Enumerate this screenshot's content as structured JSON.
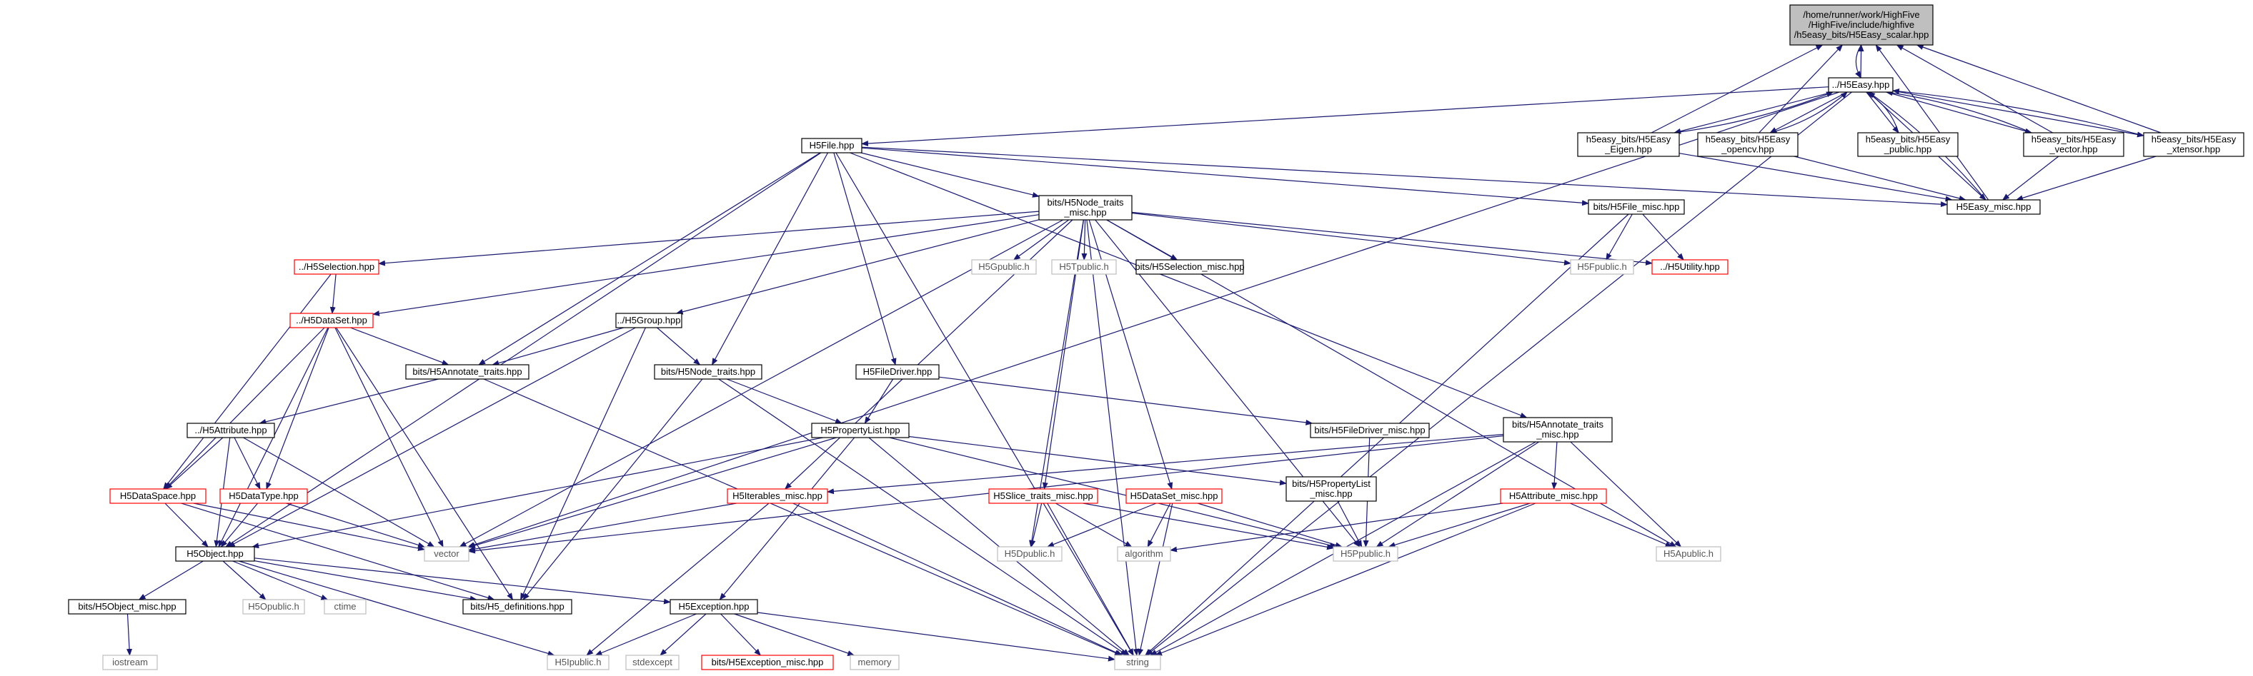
{
  "colors": {
    "edge": "#191970",
    "normal_border": "#000000",
    "missing_border": "#ff0000",
    "system_border": "#bfbfbf",
    "root_fill": "#bfbfbf",
    "text": "#000000",
    "system_text": "#555555"
  },
  "nodes": [
    {
      "id": "root",
      "lines": [
        "/home/runner/work/HighFive",
        "/HighFive/include/highfive",
        "/h5easy_bits/H5Easy_scalar.hpp"
      ],
      "kind": "root"
    },
    {
      "id": "h5easy",
      "lines": [
        "../H5Easy.hpp"
      ],
      "kind": "normal"
    },
    {
      "id": "eigen",
      "lines": [
        "h5easy_bits/H5Easy",
        "_Eigen.hpp"
      ],
      "kind": "normal"
    },
    {
      "id": "opencv",
      "lines": [
        "h5easy_bits/H5Easy",
        "_opencv.hpp"
      ],
      "kind": "normal"
    },
    {
      "id": "public",
      "lines": [
        "h5easy_bits/H5Easy",
        "_public.hpp"
      ],
      "kind": "normal"
    },
    {
      "id": "vector_h",
      "lines": [
        "h5easy_bits/H5Easy",
        "_vector.hpp"
      ],
      "kind": "normal"
    },
    {
      "id": "xtensor",
      "lines": [
        "h5easy_bits/H5Easy",
        "_xtensor.hpp"
      ],
      "kind": "normal"
    },
    {
      "id": "easymisc",
      "lines": [
        "H5Easy_misc.hpp"
      ],
      "kind": "normal"
    },
    {
      "id": "h5file",
      "lines": [
        "H5File.hpp"
      ],
      "kind": "normal"
    },
    {
      "id": "nodetraitsmisc",
      "lines": [
        "bits/H5Node_traits",
        "_misc.hpp"
      ],
      "kind": "normal"
    },
    {
      "id": "filemisc",
      "lines": [
        "bits/H5File_misc.hpp"
      ],
      "kind": "normal"
    },
    {
      "id": "selection",
      "lines": [
        "../H5Selection.hpp"
      ],
      "kind": "missing"
    },
    {
      "id": "gpublic",
      "lines": [
        "H5Gpublic.h"
      ],
      "kind": "system"
    },
    {
      "id": "tpublic",
      "lines": [
        "H5Tpublic.h"
      ],
      "kind": "system"
    },
    {
      "id": "selectionmisc",
      "lines": [
        "bits/H5Selection_misc.hpp"
      ],
      "kind": "normal"
    },
    {
      "id": "fpublic",
      "lines": [
        "H5Fpublic.h"
      ],
      "kind": "system"
    },
    {
      "id": "utility",
      "lines": [
        "../H5Utility.hpp"
      ],
      "kind": "missing"
    },
    {
      "id": "dataset",
      "lines": [
        "../H5DataSet.hpp"
      ],
      "kind": "missing"
    },
    {
      "id": "group",
      "lines": [
        "../H5Group.hpp"
      ],
      "kind": "normal"
    },
    {
      "id": "annotate",
      "lines": [
        "bits/H5Annotate_traits.hpp"
      ],
      "kind": "normal"
    },
    {
      "id": "nodetraits",
      "lines": [
        "bits/H5Node_traits.hpp"
      ],
      "kind": "normal"
    },
    {
      "id": "filedriver",
      "lines": [
        "H5FileDriver.hpp"
      ],
      "kind": "normal"
    },
    {
      "id": "filedrivermisc",
      "lines": [
        "bits/H5FileDriver_misc.hpp"
      ],
      "kind": "normal"
    },
    {
      "id": "annotatemisc",
      "lines": [
        "bits/H5Annotate_traits",
        "_misc.hpp"
      ],
      "kind": "normal"
    },
    {
      "id": "attribute",
      "lines": [
        "../H5Attribute.hpp"
      ],
      "kind": "normal"
    },
    {
      "id": "proplist",
      "lines": [
        "H5PropertyList.hpp"
      ],
      "kind": "normal"
    },
    {
      "id": "proplistmisc",
      "lines": [
        "bits/H5PropertyList",
        "_misc.hpp"
      ],
      "kind": "normal"
    },
    {
      "id": "dataspace",
      "lines": [
        "H5DataSpace.hpp"
      ],
      "kind": "missing"
    },
    {
      "id": "datatype",
      "lines": [
        "H5DataType.hpp"
      ],
      "kind": "missing"
    },
    {
      "id": "iterables",
      "lines": [
        "H5Iterables_misc.hpp"
      ],
      "kind": "missing"
    },
    {
      "id": "slicetraits",
      "lines": [
        "H5Slice_traits_misc.hpp"
      ],
      "kind": "missing"
    },
    {
      "id": "datasetmisc",
      "lines": [
        "H5DataSet_misc.hpp"
      ],
      "kind": "missing"
    },
    {
      "id": "attributemisc",
      "lines": [
        "H5Attribute_misc.hpp"
      ],
      "kind": "missing"
    },
    {
      "id": "vector",
      "lines": [
        "vector"
      ],
      "kind": "system"
    },
    {
      "id": "dpublic",
      "lines": [
        "H5Dpublic.h"
      ],
      "kind": "system"
    },
    {
      "id": "algorithm",
      "lines": [
        "algorithm"
      ],
      "kind": "system"
    },
    {
      "id": "ppublic",
      "lines": [
        "H5Ppublic.h"
      ],
      "kind": "system"
    },
    {
      "id": "apublic",
      "lines": [
        "H5Apublic.h"
      ],
      "kind": "system"
    },
    {
      "id": "object",
      "lines": [
        "H5Object.hpp"
      ],
      "kind": "normal"
    },
    {
      "id": "objectmisc",
      "lines": [
        "bits/H5Object_misc.hpp"
      ],
      "kind": "normal"
    },
    {
      "id": "opublic",
      "lines": [
        "H5Opublic.h"
      ],
      "kind": "system"
    },
    {
      "id": "ctime",
      "lines": [
        "ctime"
      ],
      "kind": "system"
    },
    {
      "id": "definitions",
      "lines": [
        "bits/H5_definitions.hpp"
      ],
      "kind": "normal"
    },
    {
      "id": "exception",
      "lines": [
        "H5Exception.hpp"
      ],
      "kind": "normal"
    },
    {
      "id": "iostream",
      "lines": [
        "iostream"
      ],
      "kind": "system"
    },
    {
      "id": "ipublic",
      "lines": [
        "H5Ipublic.h"
      ],
      "kind": "system"
    },
    {
      "id": "stdexcept",
      "lines": [
        "stdexcept"
      ],
      "kind": "system"
    },
    {
      "id": "exceptionmisc",
      "lines": [
        "bits/H5Exception_misc.hpp"
      ],
      "kind": "missing"
    },
    {
      "id": "memory",
      "lines": [
        "memory"
      ],
      "kind": "system"
    },
    {
      "id": "string",
      "lines": [
        "string"
      ],
      "kind": "system"
    }
  ],
  "edges": [
    [
      "h5easy",
      "root"
    ],
    [
      "eigen",
      "root"
    ],
    [
      "opencv",
      "root"
    ],
    [
      "vector_h",
      "root"
    ],
    [
      "xtensor",
      "root"
    ],
    [
      "easymisc",
      "root"
    ],
    [
      "root",
      "h5easy"
    ],
    [
      "h5easy",
      "eigen"
    ],
    [
      "h5easy",
      "opencv"
    ],
    [
      "h5easy",
      "public"
    ],
    [
      "h5easy",
      "vector_h"
    ],
    [
      "h5easy",
      "xtensor"
    ],
    [
      "h5easy",
      "easymisc"
    ],
    [
      "h5easy",
      "h5file"
    ],
    [
      "h5easy",
      "vector"
    ],
    [
      "h5easy",
      "string"
    ],
    [
      "eigen",
      "h5easy"
    ],
    [
      "opencv",
      "h5easy"
    ],
    [
      "public",
      "h5easy"
    ],
    [
      "vector_h",
      "h5easy"
    ],
    [
      "xtensor",
      "h5easy"
    ],
    [
      "easymisc",
      "h5easy"
    ],
    [
      "eigen",
      "easymisc"
    ],
    [
      "opencv",
      "easymisc"
    ],
    [
      "vector_h",
      "easymisc"
    ],
    [
      "xtensor",
      "easymisc"
    ],
    [
      "h5file",
      "nodetraitsmisc"
    ],
    [
      "h5file",
      "filemisc"
    ],
    [
      "h5file",
      "easymisc"
    ],
    [
      "h5file",
      "annotate"
    ],
    [
      "h5file",
      "nodetraits"
    ],
    [
      "h5file",
      "filedriver"
    ],
    [
      "h5file",
      "object"
    ],
    [
      "h5file",
      "string"
    ],
    [
      "h5file",
      "annotatemisc"
    ],
    [
      "filemisc",
      "fpublic"
    ],
    [
      "filemisc",
      "utility"
    ],
    [
      "filemisc",
      "string"
    ],
    [
      "nodetraitsmisc",
      "selection"
    ],
    [
      "nodetraitsmisc",
      "gpublic"
    ],
    [
      "nodetraitsmisc",
      "tpublic"
    ],
    [
      "nodetraitsmisc",
      "selectionmisc"
    ],
    [
      "nodetraitsmisc",
      "fpublic"
    ],
    [
      "nodetraitsmisc",
      "utility"
    ],
    [
      "nodetraitsmisc",
      "dataset"
    ],
    [
      "nodetraitsmisc",
      "group"
    ],
    [
      "nodetraitsmisc",
      "iterables"
    ],
    [
      "nodetraitsmisc",
      "slicetraits"
    ],
    [
      "nodetraitsmisc",
      "datasetmisc"
    ],
    [
      "nodetraitsmisc",
      "vector"
    ],
    [
      "nodetraitsmisc",
      "dpublic"
    ],
    [
      "nodetraitsmisc",
      "ppublic"
    ],
    [
      "nodetraitsmisc",
      "apublic"
    ],
    [
      "nodetraitsmisc",
      "string"
    ],
    [
      "selection",
      "dataset"
    ],
    [
      "selection",
      "dataspace"
    ],
    [
      "dataset",
      "annotate"
    ],
    [
      "dataset",
      "dataspace"
    ],
    [
      "dataset",
      "datatype"
    ],
    [
      "dataset",
      "object"
    ],
    [
      "dataset",
      "vector"
    ],
    [
      "dataset",
      "definitions"
    ],
    [
      "group",
      "annotate"
    ],
    [
      "group",
      "nodetraits"
    ],
    [
      "group",
      "object"
    ],
    [
      "group",
      "definitions"
    ],
    [
      "annotate",
      "attribute"
    ],
    [
      "annotate",
      "string"
    ],
    [
      "nodetraits",
      "proplist"
    ],
    [
      "nodetraits",
      "definitions"
    ],
    [
      "nodetraits",
      "string"
    ],
    [
      "filedriver",
      "proplist"
    ],
    [
      "filedriver",
      "filedrivermisc"
    ],
    [
      "filedrivermisc",
      "ppublic"
    ],
    [
      "proplist",
      "object"
    ],
    [
      "proplist",
      "exception"
    ],
    [
      "proplist",
      "vector"
    ],
    [
      "proplist",
      "proplistmisc"
    ],
    [
      "proplist",
      "ppublic"
    ],
    [
      "proplist",
      "string"
    ],
    [
      "proplistmisc",
      "ppublic"
    ],
    [
      "attribute",
      "dataspace"
    ],
    [
      "attribute",
      "datatype"
    ],
    [
      "attribute",
      "object"
    ],
    [
      "attribute",
      "vector"
    ],
    [
      "dataspace",
      "object"
    ],
    [
      "dataspace",
      "vector"
    ],
    [
      "dataspace",
      "definitions"
    ],
    [
      "datatype",
      "object"
    ],
    [
      "datatype",
      "vector"
    ],
    [
      "annotatemisc",
      "iterables"
    ],
    [
      "annotatemisc",
      "attributemisc"
    ],
    [
      "annotatemisc",
      "vector"
    ],
    [
      "annotatemisc",
      "ppublic"
    ],
    [
      "annotatemisc",
      "apublic"
    ],
    [
      "annotatemisc",
      "string"
    ],
    [
      "iterables",
      "vector"
    ],
    [
      "iterables",
      "ipublic"
    ],
    [
      "iterables",
      "string"
    ],
    [
      "slicetraits",
      "dpublic"
    ],
    [
      "slicetraits",
      "algorithm"
    ],
    [
      "slicetraits",
      "ppublic"
    ],
    [
      "slicetraits",
      "string"
    ],
    [
      "datasetmisc",
      "dpublic"
    ],
    [
      "datasetmisc",
      "algorithm"
    ],
    [
      "datasetmisc",
      "ppublic"
    ],
    [
      "datasetmisc",
      "string"
    ],
    [
      "attributemisc",
      "algorithm"
    ],
    [
      "attributemisc",
      "ppublic"
    ],
    [
      "attributemisc",
      "apublic"
    ],
    [
      "attributemisc",
      "string"
    ],
    [
      "object",
      "objectmisc"
    ],
    [
      "object",
      "opublic"
    ],
    [
      "object",
      "ctime"
    ],
    [
      "object",
      "definitions"
    ],
    [
      "object",
      "exception"
    ],
    [
      "object",
      "ipublic"
    ],
    [
      "objectmisc",
      "iostream"
    ],
    [
      "exception",
      "ipublic"
    ],
    [
      "exception",
      "stdexcept"
    ],
    [
      "exception",
      "exceptionmisc"
    ],
    [
      "exception",
      "memory"
    ],
    [
      "exception",
      "string"
    ]
  ]
}
